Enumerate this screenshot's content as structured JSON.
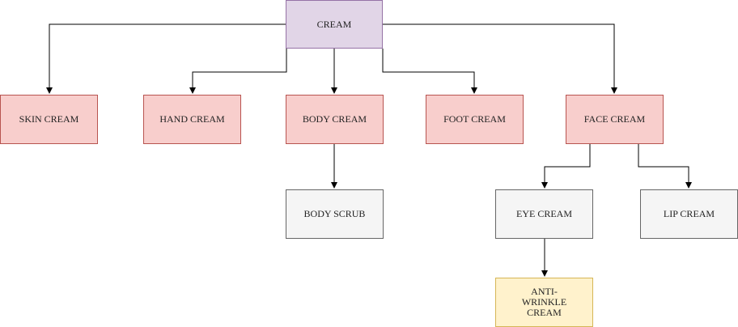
{
  "diagram": {
    "root": {
      "label": "CREAM",
      "fill": "#e1d5e7",
      "stroke": "#9673a6"
    },
    "children": [
      {
        "label": "SKIN CREAM",
        "fill": "#f8cecc",
        "stroke": "#b85450"
      },
      {
        "label": "HAND CREAM",
        "fill": "#f8cecc",
        "stroke": "#b85450"
      },
      {
        "label": "BODY CREAM",
        "fill": "#f8cecc",
        "stroke": "#b85450",
        "children": [
          {
            "label": "BODY SCRUB",
            "fill": "#f5f5f5",
            "stroke": "#666666"
          }
        ]
      },
      {
        "label": "FOOT CREAM",
        "fill": "#f8cecc",
        "stroke": "#b85450"
      },
      {
        "label": "FACE CREAM",
        "fill": "#f8cecc",
        "stroke": "#b85450",
        "children": [
          {
            "label": "EYE CREAM",
            "fill": "#f5f5f5",
            "stroke": "#666666",
            "children": [
              {
                "label": "ANTI-WRINKLE CREAM",
                "fill": "#fff2cc",
                "stroke": "#d6b656"
              }
            ]
          },
          {
            "label": "LIP CREAM",
            "fill": "#f5f5f5",
            "stroke": "#666666"
          }
        ]
      }
    ]
  },
  "edge_color": "#000000"
}
